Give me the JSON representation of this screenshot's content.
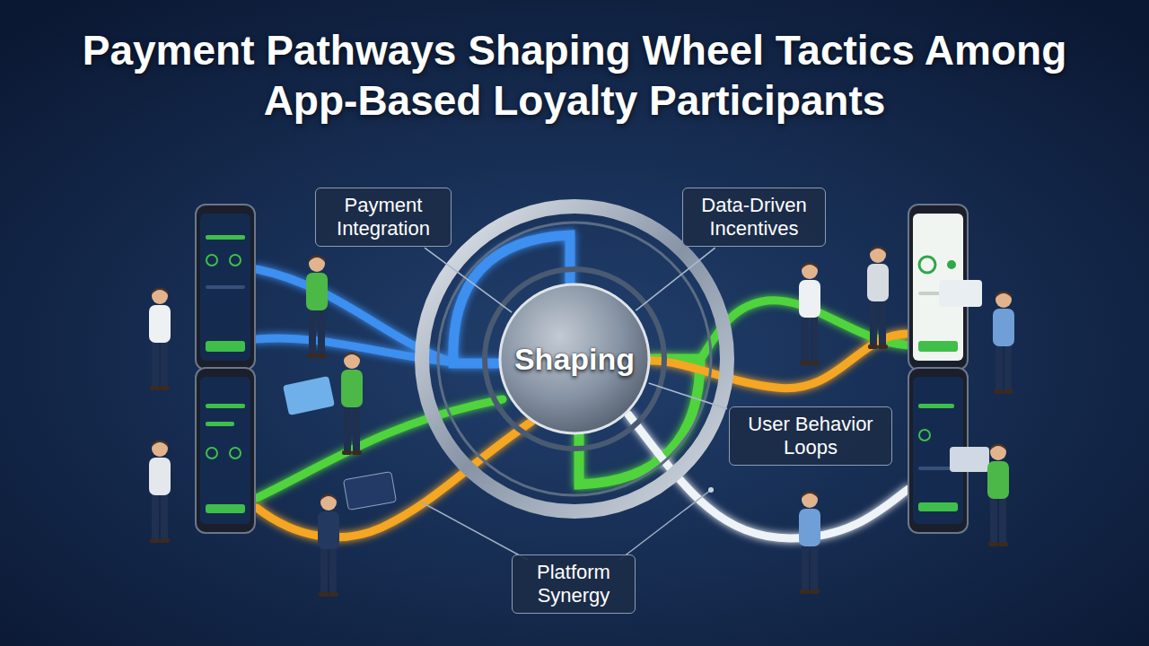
{
  "diagram": {
    "title": "Payment Pathways Shaping Wheel Tactics Among App-Based Loyalty Participants",
    "nodes": [
      {
        "text": [
          "Payment Integration"
        ]
      },
      {
        "text": [
          "Data-Driven Incentives"
        ]
      },
      {
        "text": [
          "Shaping"
        ]
      },
      {
        "text": [
          "User Behavior Loops"
        ]
      },
      {
        "text": [
          "Platform Synergy"
        ]
      }
    ],
    "edges": [
      {
        "from": 0,
        "to": 2,
        "arrow": "none"
      },
      {
        "from": 1,
        "to": 2,
        "arrow": "none"
      },
      {
        "from": 3,
        "to": 2,
        "arrow": "none"
      }
    ]
  }
}
